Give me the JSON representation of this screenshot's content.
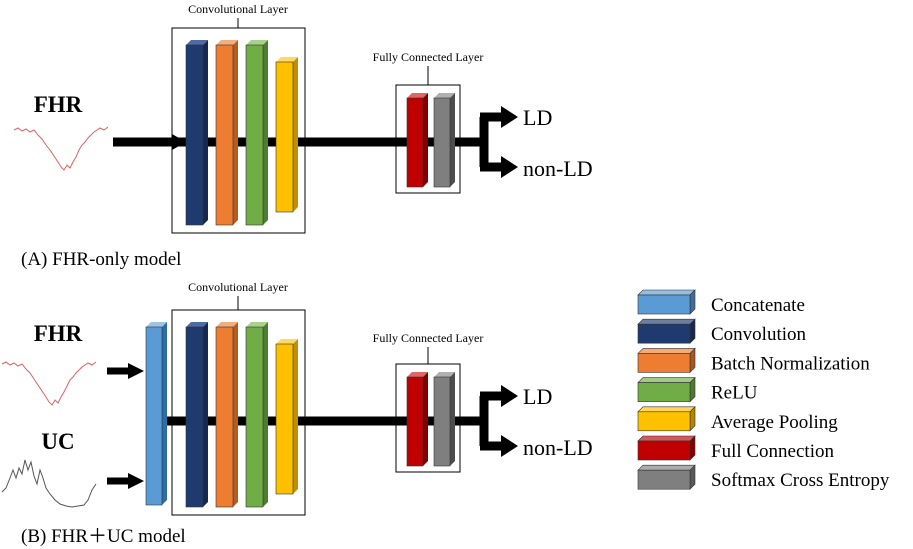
{
  "panel_a": {
    "caption": "(A) FHR-only model",
    "input_label": "FHR",
    "conv_title": "Convolutional Layer",
    "fc_title": "Fully Connected Layer",
    "output_ld": "LD",
    "output_nonld": "non-LD"
  },
  "panel_b": {
    "caption": "(B) FHR＋UC model",
    "input_fhr_label": "FHR",
    "input_uc_label": "UC",
    "conv_title": "Convolutional Layer",
    "fc_title": "Fully Connected Layer",
    "output_ld": "LD",
    "output_nonld": "non-LD"
  },
  "legend": {
    "items": [
      {
        "label": "Concatenate",
        "color": "#5b9bd5"
      },
      {
        "label": "Convolution",
        "color": "#1f3a6e"
      },
      {
        "label": "Batch Normalization",
        "color": "#ed7d31"
      },
      {
        "label": "ReLU",
        "color": "#70ad47"
      },
      {
        "label": "Average Pooling",
        "color": "#ffc000"
      },
      {
        "label": "Full Connection",
        "color": "#c00000"
      },
      {
        "label": "Softmax Cross Entropy",
        "color": "#7f7f7f"
      }
    ]
  },
  "colors": {
    "concatenate": "#5b9bd5",
    "convolution": "#1f3a6e",
    "batchnorm": "#ed7d31",
    "relu": "#70ad47",
    "avgpool": "#ffc000",
    "fullconn": "#c00000",
    "softmax": "#7f7f7f",
    "fhr_trace": "#e06060",
    "uc_trace": "#555555"
  }
}
